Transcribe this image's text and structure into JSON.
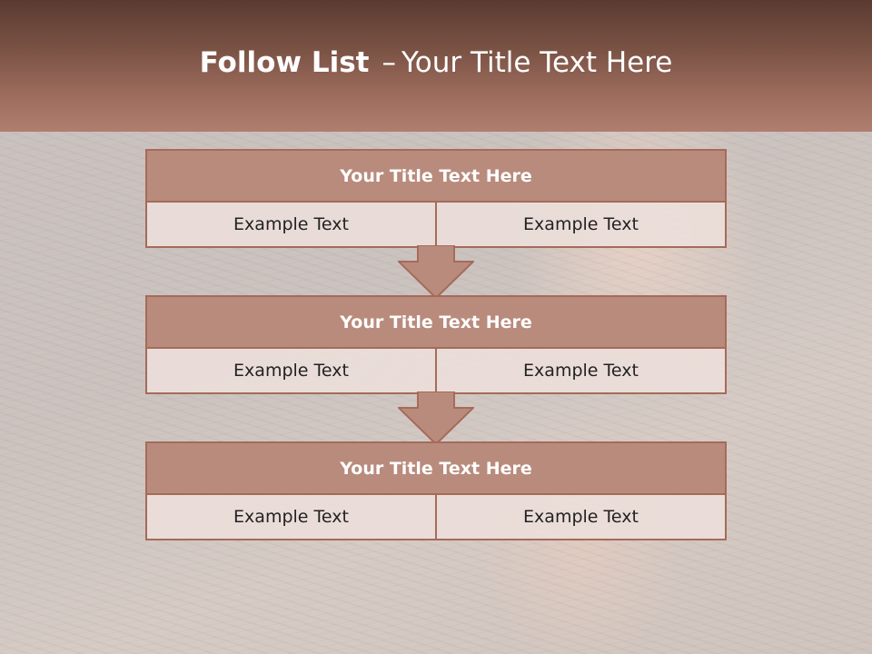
{
  "slide": {
    "title_bold": "Follow List",
    "title_separator": "–",
    "title_rest": "Your Title Text Here",
    "blocks": [
      {
        "title": "Your Title Text Here",
        "cells": [
          "Example Text",
          "Example Text"
        ]
      },
      {
        "title": "Your Title Text Here",
        "cells": [
          "Example Text",
          "Example Text"
        ]
      },
      {
        "title": "Your Title Text Here",
        "cells": [
          "Example Text",
          "Example Text"
        ]
      }
    ]
  },
  "colors": {
    "header_dark": "#5a3a30",
    "header_light": "#b07e6e",
    "block_title_fill": "#b98b7c",
    "block_border": "#a56b5a",
    "cell_fill": "#ecdeda",
    "arrow_fill": "#b98b7c"
  }
}
